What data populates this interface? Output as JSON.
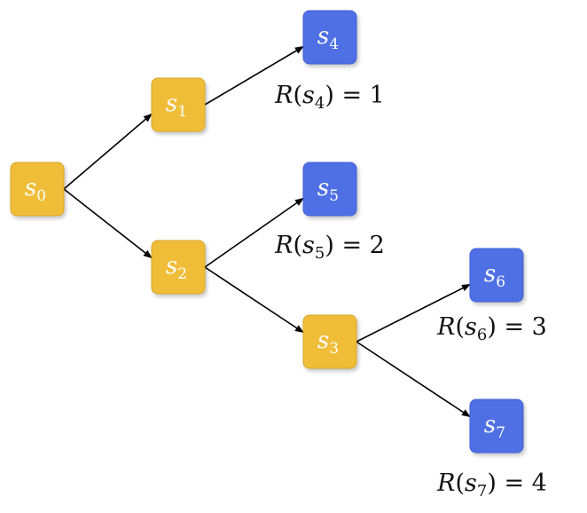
{
  "colors": {
    "internal_fill": "#f0bd37",
    "internal_border": "#d9a72b",
    "leaf_fill": "#4f6fe5",
    "leaf_border": "#4361d6",
    "edge": "#000000"
  },
  "nodes": [
    {
      "id": "s0",
      "base": "s",
      "sub": "0",
      "kind": "internal"
    },
    {
      "id": "s1",
      "base": "s",
      "sub": "1",
      "kind": "internal"
    },
    {
      "id": "s2",
      "base": "s",
      "sub": "2",
      "kind": "internal"
    },
    {
      "id": "s3",
      "base": "s",
      "sub": "3",
      "kind": "internal"
    },
    {
      "id": "s4",
      "base": "s",
      "sub": "4",
      "kind": "leaf"
    },
    {
      "id": "s5",
      "base": "s",
      "sub": "5",
      "kind": "leaf"
    },
    {
      "id": "s6",
      "base": "s",
      "sub": "6",
      "kind": "leaf"
    },
    {
      "id": "s7",
      "base": "s",
      "sub": "7",
      "kind": "leaf"
    }
  ],
  "edges": [
    {
      "from": "s0",
      "to": "s1"
    },
    {
      "from": "s0",
      "to": "s2"
    },
    {
      "from": "s1",
      "to": "s4"
    },
    {
      "from": "s2",
      "to": "s5"
    },
    {
      "from": "s2",
      "to": "s3"
    },
    {
      "from": "s3",
      "to": "s6"
    },
    {
      "from": "s3",
      "to": "s7"
    }
  ],
  "rewards": [
    {
      "node": "s4",
      "fn": "R",
      "base": "s",
      "sub": "4",
      "value": "1"
    },
    {
      "node": "s5",
      "fn": "R",
      "base": "s",
      "sub": "5",
      "value": "2"
    },
    {
      "node": "s6",
      "fn": "R",
      "base": "s",
      "sub": "6",
      "value": "3"
    },
    {
      "node": "s7",
      "fn": "R",
      "base": "s",
      "sub": "7",
      "value": "4"
    }
  ]
}
